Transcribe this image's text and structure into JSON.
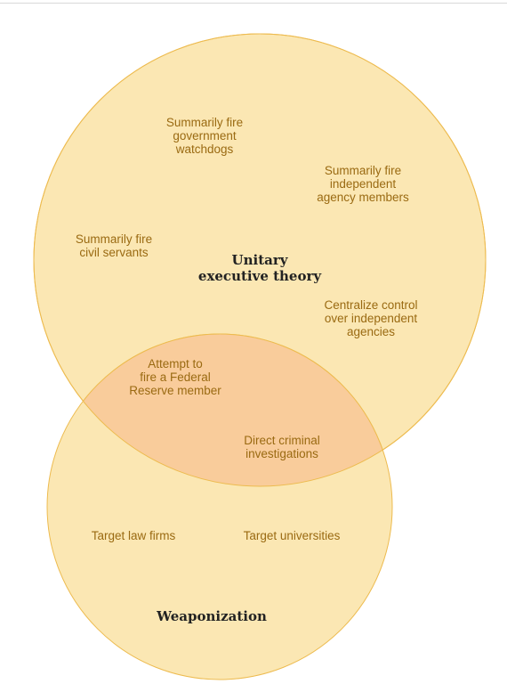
{
  "colors": {
    "circle_fill": "#fbe7b3",
    "circle_stroke": "#edbb4f",
    "overlap_fill": "#f9cc9b",
    "item_text": "#9a6a12",
    "title_text": "#222222"
  },
  "sets": {
    "unitary": {
      "title": "Unitary\nexecutive theory",
      "items": [
        "Summarily fire\ngovernment\nwatchdogs",
        "Summarily fire\nindependent\nagency members",
        "Summarily fire\ncivil servants",
        "Centralize control\nover independent\nagencies"
      ]
    },
    "weaponization": {
      "title": "Weaponization",
      "items": [
        "Target law firms",
        "Target universities"
      ]
    },
    "overlap": {
      "items": [
        "Attempt to\nfire a Federal\nReserve member",
        "Direct criminal\ninvestigations"
      ]
    }
  }
}
